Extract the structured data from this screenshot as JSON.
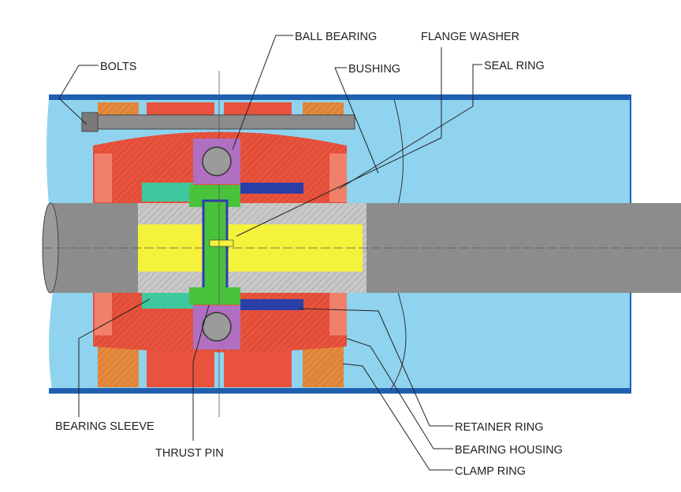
{
  "title": "Roller bearing assembly cross-section",
  "labels": {
    "ball_bearing": "BALL BEARING",
    "flange_washer": "FLANGE WASHER",
    "bolts": "BOLTS",
    "bushing": "BUSHING",
    "seal_ring": "SEAL RING",
    "bearing_sleeve": "BEARING SLEEVE",
    "thrust_pin": "THRUST PIN",
    "retainer_ring": "RETAINER RING",
    "bearing_housing": "BEARING HOUSING",
    "clamp_ring": "CLAMP RING"
  },
  "colors": {
    "tube": "#8fd3ef",
    "tube_wall": "#1f5fb0",
    "shaft": "#8c8c8c",
    "core": "#f4f23a",
    "housing": "#e9523c",
    "clamp": "#e58a3c",
    "center": "#49c23c",
    "bearing": "#b06fc0",
    "sleeve": "#3ec8a0",
    "seal": "#f0806a"
  }
}
